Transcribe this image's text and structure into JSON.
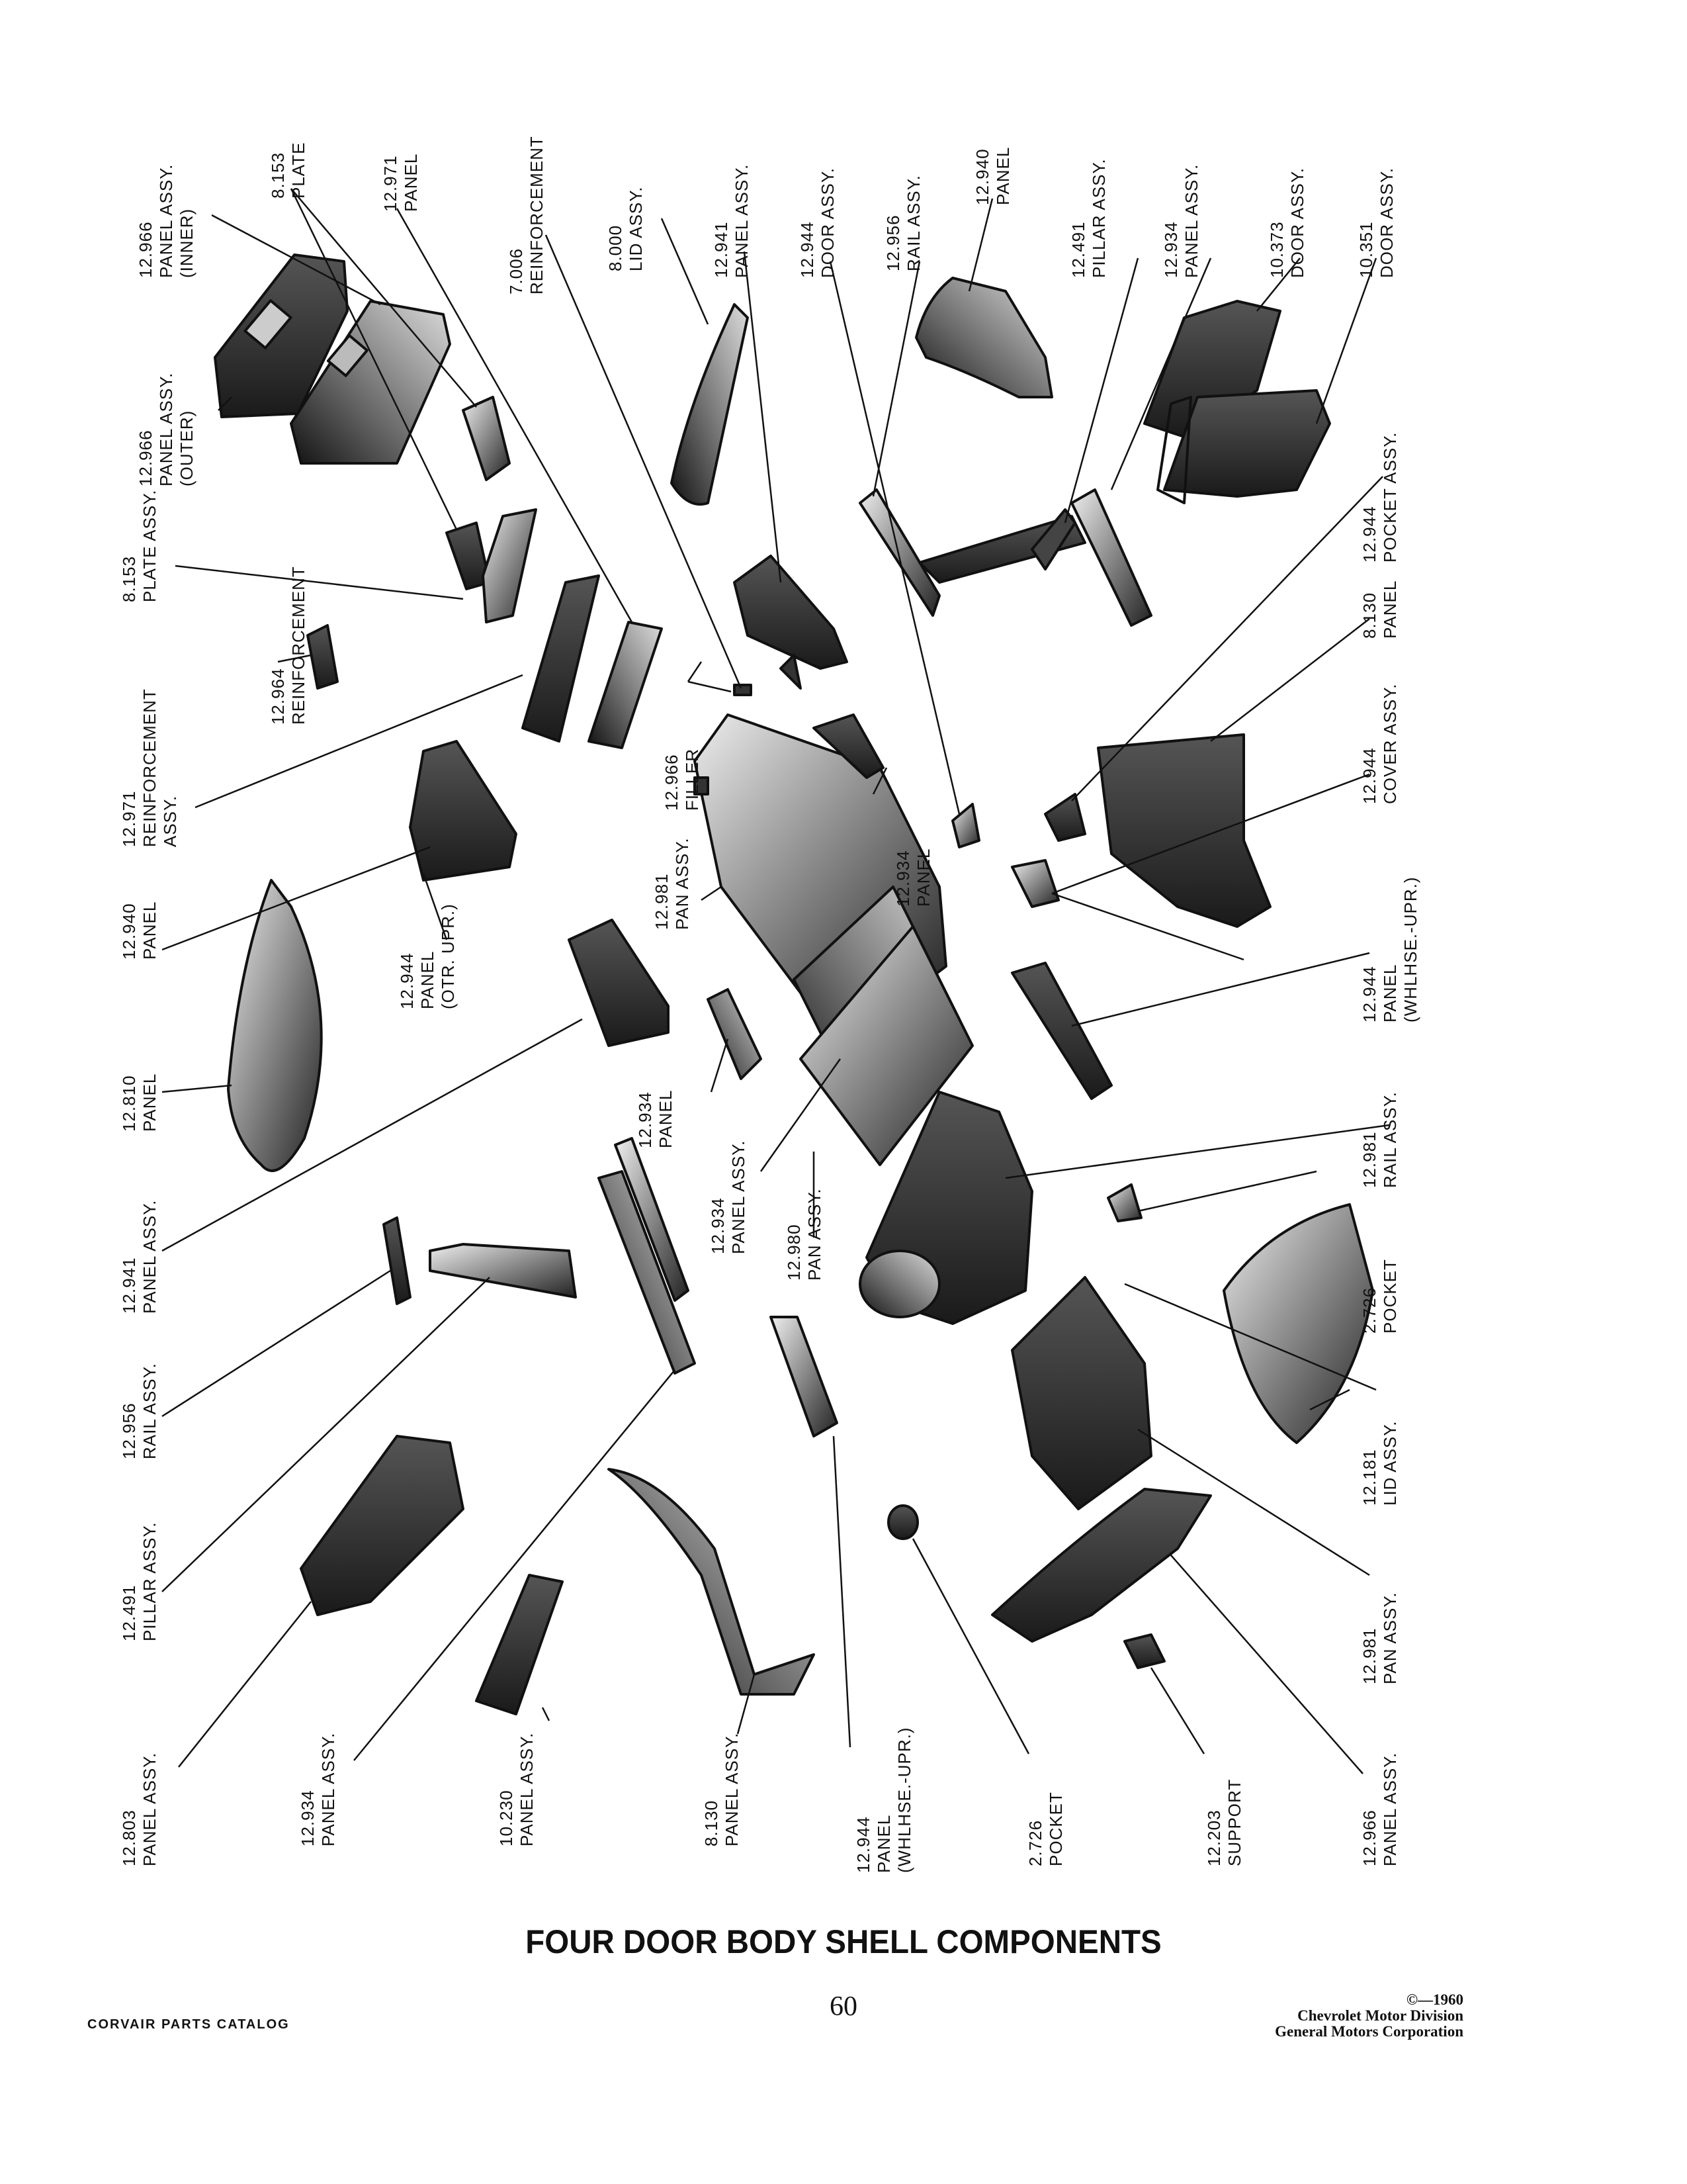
{
  "labels": [
    {
      "id": "l01",
      "lines": [
        "12.966",
        "PANEL ASSY.",
        "(INNER)"
      ]
    },
    {
      "id": "l02",
      "lines": [
        "8.153",
        "PLATE"
      ]
    },
    {
      "id": "l03",
      "lines": [
        "12.971",
        "PANEL"
      ]
    },
    {
      "id": "l04",
      "lines": [
        "7.006",
        "REINFORCEMENT"
      ]
    },
    {
      "id": "l05",
      "lines": [
        "8.000",
        "LID ASSY."
      ]
    },
    {
      "id": "l06",
      "lines": [
        "12.941",
        "PANEL ASSY."
      ]
    },
    {
      "id": "l07",
      "lines": [
        "12.944",
        "DOOR ASSY."
      ]
    },
    {
      "id": "l08",
      "lines": [
        "12.956",
        "RAIL ASSY."
      ]
    },
    {
      "id": "l09",
      "lines": [
        "12.940",
        "PANEL"
      ]
    },
    {
      "id": "l10",
      "lines": [
        "12.491",
        "PILLAR ASSY."
      ]
    },
    {
      "id": "l11",
      "lines": [
        "12.934",
        "PANEL ASSY."
      ]
    },
    {
      "id": "l12",
      "lines": [
        "10.373",
        "DOOR ASSY."
      ]
    },
    {
      "id": "l13",
      "lines": [
        "10.351",
        "DOOR ASSY."
      ]
    },
    {
      "id": "l14",
      "lines": [
        "12.966",
        "PANEL ASSY.",
        "(OUTER)"
      ]
    },
    {
      "id": "l15",
      "lines": [
        "12.944",
        "POCKET ASSY."
      ]
    },
    {
      "id": "l16",
      "lines": [
        "8.153",
        "PLATE ASSY."
      ]
    },
    {
      "id": "l17",
      "lines": [
        "12.964",
        "REINFORCEMENT"
      ]
    },
    {
      "id": "l18",
      "lines": [
        "8.130",
        "PANEL"
      ]
    },
    {
      "id": "l19",
      "lines": [
        "12.966",
        "FILLER"
      ]
    },
    {
      "id": "l20",
      "lines": [
        "12.971",
        "REINFORCEMENT",
        "ASSY."
      ]
    },
    {
      "id": "l21",
      "lines": [
        "12.944",
        "COVER ASSY."
      ]
    },
    {
      "id": "l22",
      "lines": [
        "12.934",
        "PANEL"
      ]
    },
    {
      "id": "l23",
      "lines": [
        "12.981",
        "PAN ASSY."
      ]
    },
    {
      "id": "l24",
      "lines": [
        "12.940",
        "PANEL"
      ]
    },
    {
      "id": "l25",
      "lines": [
        "12.944",
        "PANEL",
        "(OTR. UPR.)"
      ]
    },
    {
      "id": "l26",
      "lines": [
        "12.944",
        "PANEL",
        "(WHLHSE.-UPR.)"
      ]
    },
    {
      "id": "l27",
      "lines": [
        "12.810",
        "PANEL"
      ]
    },
    {
      "id": "l28",
      "lines": [
        "12.934",
        "PANEL"
      ]
    },
    {
      "id": "l29",
      "lines": [
        "12.981",
        "RAIL ASSY."
      ]
    },
    {
      "id": "l30",
      "lines": [
        "12.941",
        "PANEL ASSY."
      ]
    },
    {
      "id": "l31",
      "lines": [
        "12.934",
        "PANEL ASSY."
      ]
    },
    {
      "id": "l32",
      "lines": [
        "12.980",
        "PAN ASSY."
      ]
    },
    {
      "id": "l33",
      "lines": [
        "2.726",
        "POCKET"
      ]
    },
    {
      "id": "l34",
      "lines": [
        "12.956",
        "RAIL ASSY."
      ]
    },
    {
      "id": "l35",
      "lines": [
        "12.181",
        "LID ASSY."
      ]
    },
    {
      "id": "l36",
      "lines": [
        "12.491",
        "PILLAR ASSY."
      ]
    },
    {
      "id": "l37",
      "lines": [
        "12.981",
        "PAN ASSY."
      ]
    },
    {
      "id": "l38",
      "lines": [
        "12.803",
        "PANEL ASSY."
      ]
    },
    {
      "id": "l39",
      "lines": [
        "12.934",
        "PANEL ASSY."
      ]
    },
    {
      "id": "l40",
      "lines": [
        "10.230",
        "PANEL ASSY."
      ]
    },
    {
      "id": "l41",
      "lines": [
        "8.130",
        "PANEL ASSY."
      ]
    },
    {
      "id": "l42",
      "lines": [
        "12.944",
        "PANEL",
        "(WHLHSE.-UPR.)"
      ]
    },
    {
      "id": "l43",
      "lines": [
        "2.726",
        "POCKET"
      ]
    },
    {
      "id": "l44",
      "lines": [
        "12.203",
        "SUPPORT"
      ]
    },
    {
      "id": "l45",
      "lines": [
        "12.966",
        "PANEL ASSY."
      ]
    }
  ],
  "title": "FOUR DOOR BODY SHELL COMPONENTS",
  "page_number": "60",
  "footer_left": "CORVAIR PARTS CATALOG",
  "footer_right": [
    "©—1960",
    "Chevrolet Motor Division",
    "General Motors Corporation"
  ]
}
